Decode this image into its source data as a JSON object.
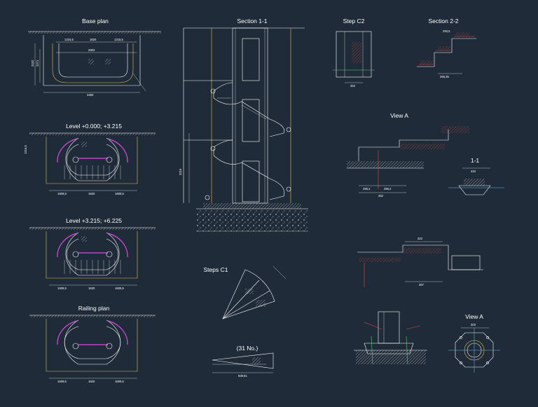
{
  "titles": {
    "base_plan": "Base plan",
    "level1": "Level +0.000; +3.215",
    "level2": "Level +3.215; +6.225",
    "railing_plan": "Railing plan",
    "section_11": "Section 1-1",
    "step_c2": "Step C2",
    "section_22": "Section 2-2",
    "view_a_top": "View A",
    "detail_11": "1-1",
    "steps_c1": "Steps C1",
    "quantity": "(31 No.)",
    "view_a_bottom": "View A"
  },
  "dims": {
    "d1215a": "1215,5",
    "d1620": "1620",
    "d1215b": "1215,5",
    "d2803": "2803",
    "d4483": "4483",
    "d2432": "2432",
    "d2271": "2271",
    "d1215c": "1215,5",
    "d1609a": "1609,5",
    "d1609b": "1609,5",
    "d3215": "3215",
    "d2864a": "286,4",
    "d2864b": "286,4",
    "d452": "452",
    "d367": "367",
    "d322": "322",
    "d9381": "938,81",
    "d2663": "266,35",
    "d2935": "293,5",
    "d303": "303",
    "d410": "410"
  },
  "colors": {
    "background": "#1f2b38",
    "lines": "#ffffff",
    "yellow": "#e7c24a",
    "magenta": "#d84be0",
    "red": "#e0483d",
    "green": "#5bd27a"
  }
}
